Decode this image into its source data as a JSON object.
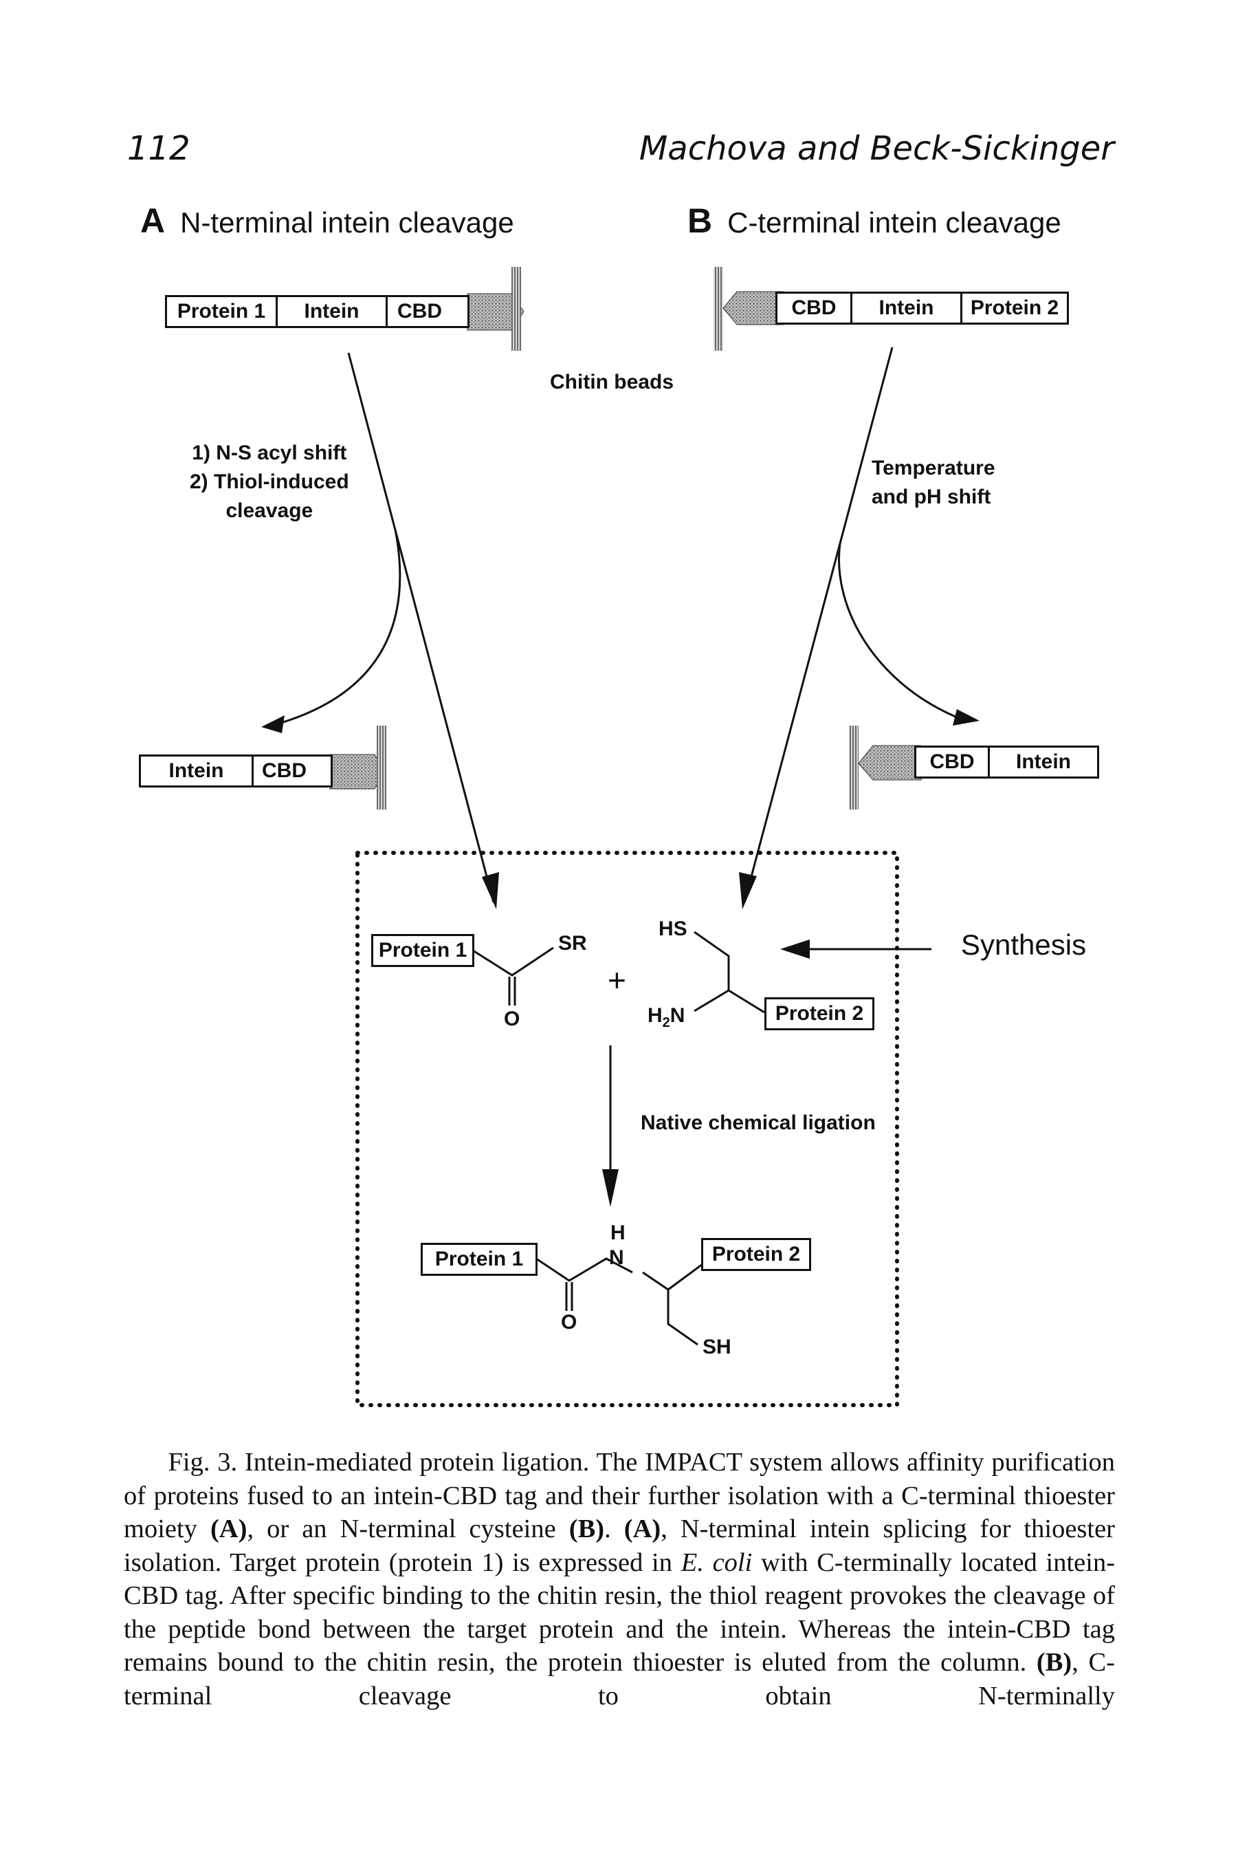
{
  "header": {
    "page_number": "112",
    "authors": "Machova and Beck-Sickinger"
  },
  "panel_a": {
    "letter": "A",
    "title": "N-terminal intein cleavage",
    "fusion": [
      "Protein 1",
      "Intein",
      "CBD"
    ],
    "steps": "1) N-S acyl shift\n2) Thiol-induced\ncleavage",
    "bound": [
      "Intein",
      "CBD"
    ]
  },
  "panel_b": {
    "letter": "B",
    "title": "C-terminal intein cleavage",
    "fusion": [
      "CBD",
      "Intein",
      "Protein 2"
    ],
    "steps": "Temperature\nand pH shift",
    "bound": [
      "CBD",
      "Intein"
    ]
  },
  "chitin_label": "Chitin beads",
  "ligation": {
    "thioester": {
      "protein": "Protein 1",
      "sr": "SR",
      "o": "O"
    },
    "plus": "+",
    "cysteine": {
      "hs": "HS",
      "h2n_main": "H",
      "h2n_sub": "2",
      "h2n_end": "N",
      "protein": "Protein 2"
    },
    "step_label": "Native chemical ligation",
    "product": {
      "protein1": "Protein 1",
      "protein2": "Protein 2",
      "h": "H",
      "n": "N",
      "o": "O",
      "sh": "SH"
    }
  },
  "synthesis_label": "Synthesis",
  "caption": {
    "fig": "Fig. 3.",
    "part1": "Intein-mediated protein ligation. The IMPACT system allows affinity purification of proteins fused to an intein-CBD tag and their further isolation with a C-terminal thioester moiety",
    "ref_a1": "(A)",
    "part2": ", or an N-terminal cysteine",
    "ref_b1": "(B)",
    "part3": ".",
    "ref_a2": "(A)",
    "part4": ", N-terminal intein splicing for thioester isolation. Target protein (protein 1) is expressed in",
    "organism": "E. coli",
    "part5": "with C-terminally located intein-CBD tag. After specific binding to the chitin resin, the thiol reagent provokes the cleavage of the peptide bond between the target protein and the intein. Whereas the intein-CBD tag remains bound to the chitin resin, the protein thioester is eluted from the column.",
    "ref_b2": "(B)",
    "part6": ", C-terminal cleavage to obtain N-terminally"
  }
}
